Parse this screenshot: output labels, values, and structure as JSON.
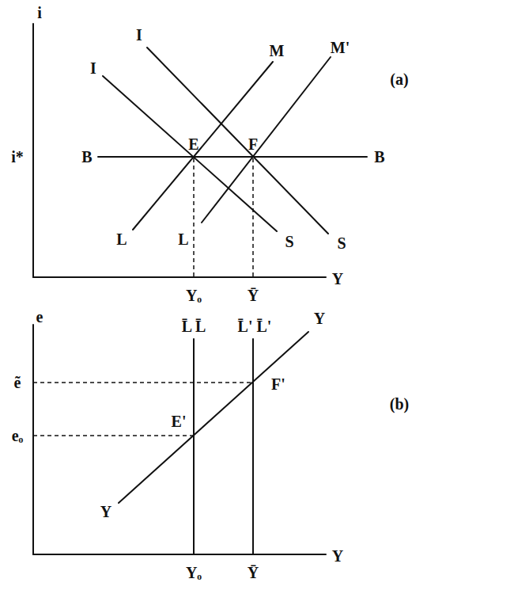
{
  "diagram": {
    "labels": [
      "i",
      "I",
      "I",
      "M",
      "M'",
      "(a)",
      "i*",
      "B",
      "E",
      "F",
      "B",
      "L",
      "L",
      "S",
      "S",
      "Y",
      "Yₒ",
      "Ȳ",
      "e",
      "L̄ L̄",
      "L̄' L̄'",
      "Y",
      "ẽ",
      "F'",
      "(b)",
      "eₒ",
      "E'",
      "Y",
      "Yₒ",
      "Ȳ",
      "Y"
    ]
  }
}
